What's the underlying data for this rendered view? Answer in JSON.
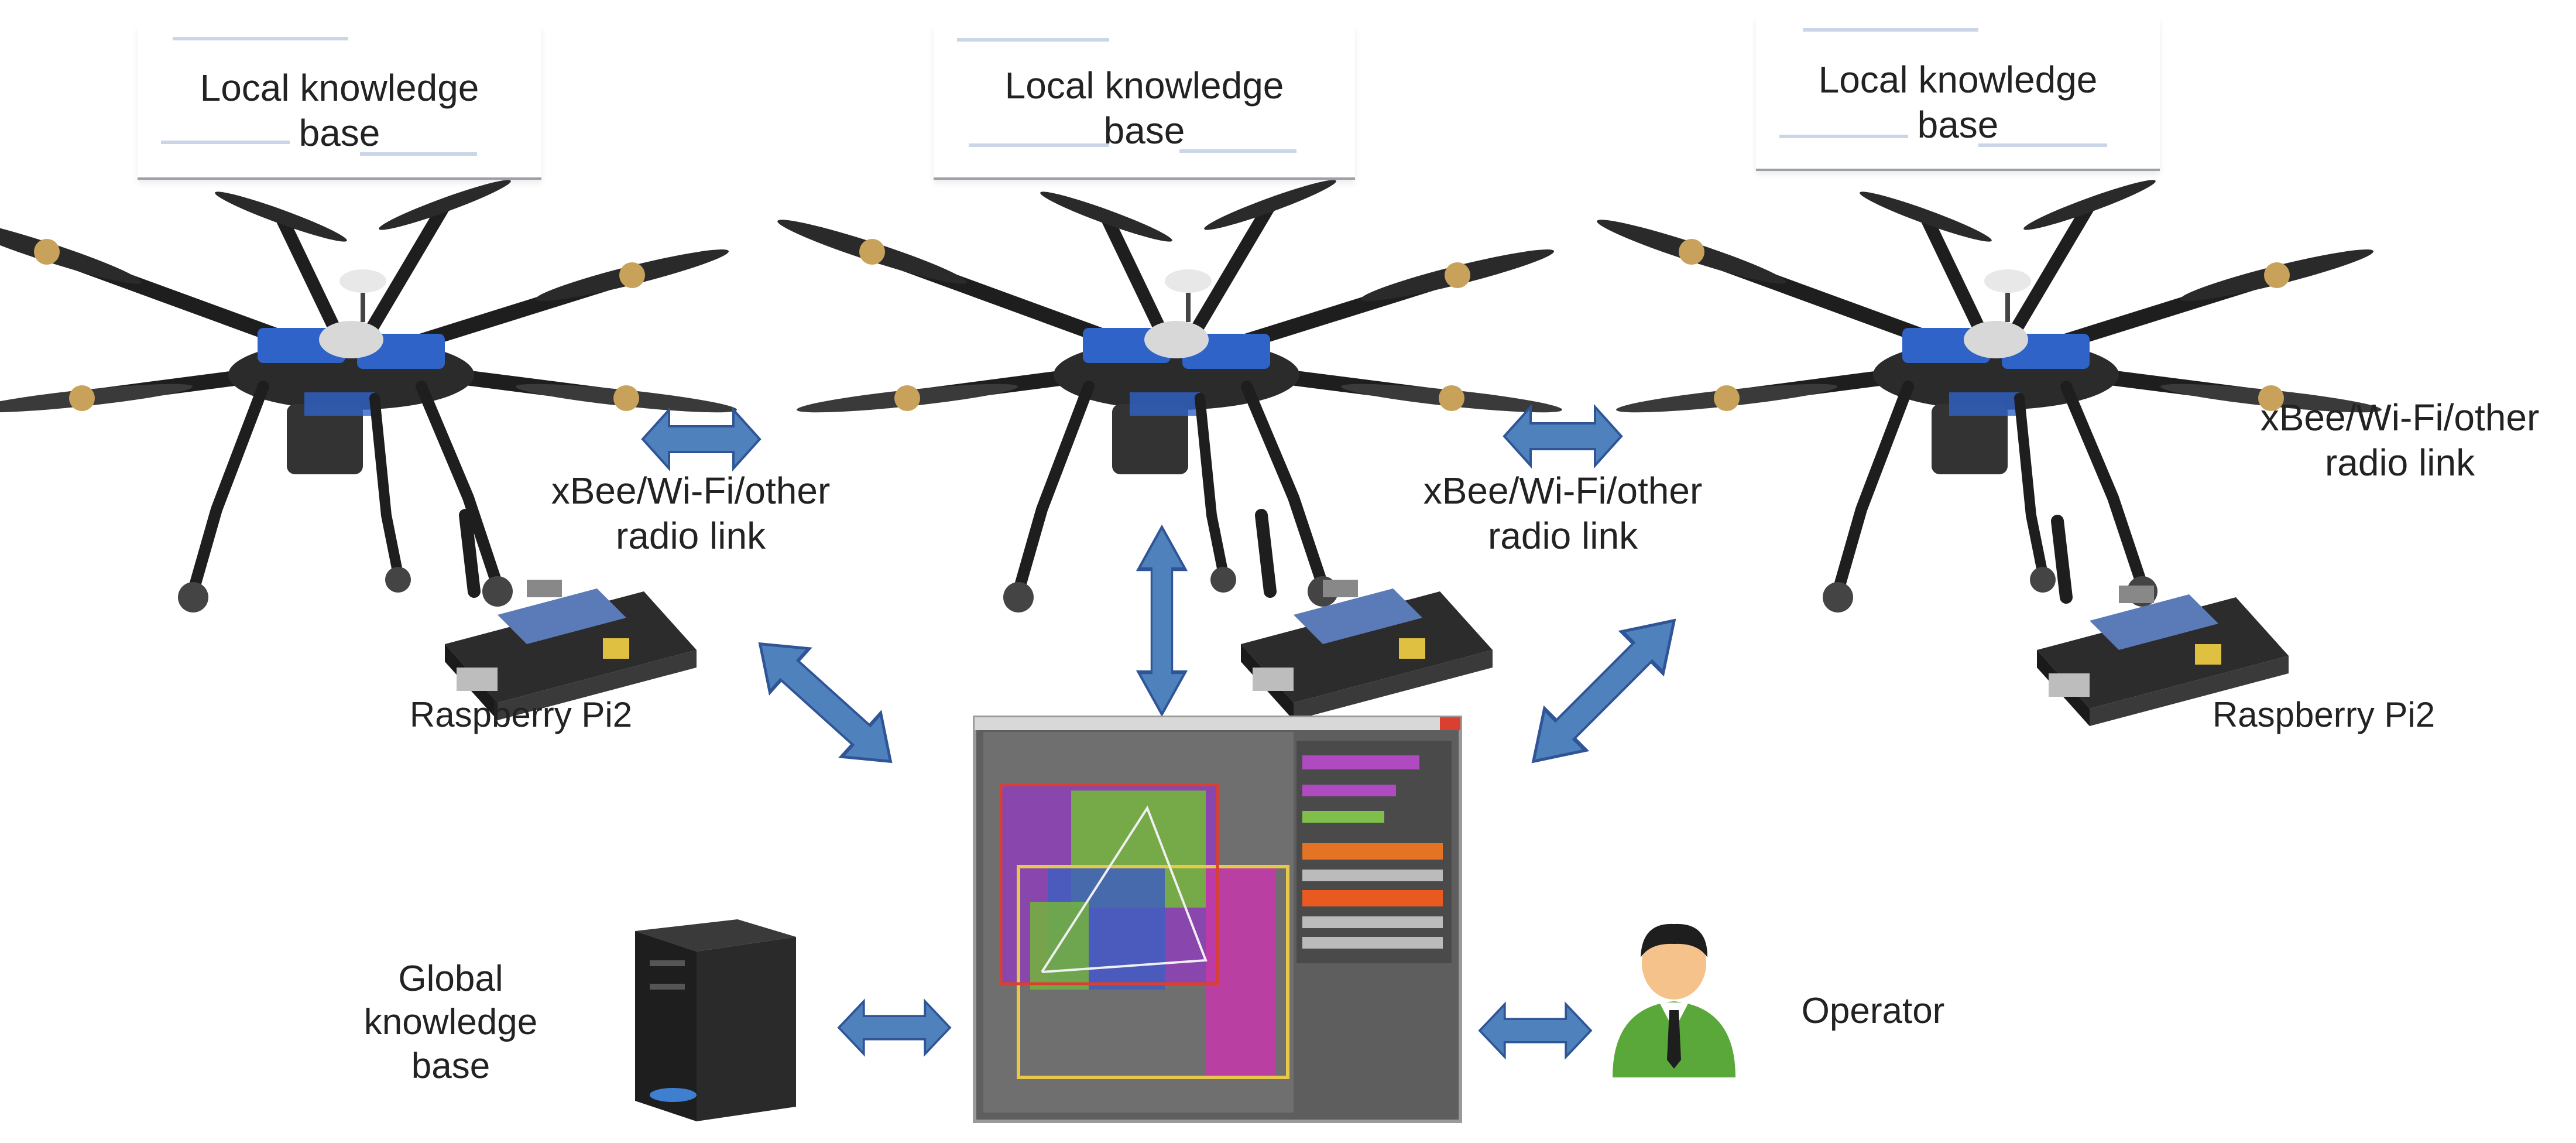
{
  "diagram": {
    "drones": [
      {
        "kb_line1": "Local knowledge",
        "kb_line2": "base"
      },
      {
        "kb_line1": "Local knowledge",
        "kb_line2": "base"
      },
      {
        "kb_line1": "Local knowledge",
        "kb_line2": "base"
      }
    ],
    "links": [
      {
        "line1": "xBee/Wi-Fi/other",
        "line2": "radio link"
      },
      {
        "line1": "xBee/Wi-Fi/other",
        "line2": "radio link"
      },
      {
        "line1": "xBee/Wi-Fi/other",
        "line2": "radio link"
      }
    ],
    "raspberry_left": "Raspberry Pi2",
    "raspberry_right": "Raspberry Pi2",
    "global_kb": {
      "line1": "Global",
      "line2": "knowledge",
      "line3": "base"
    },
    "operator": "Operator",
    "colors": {
      "arrow_fill": "#4f81bd",
      "arrow_stroke": "#2f5597",
      "drone_blue": "#2f63c8",
      "drone_dark": "#1e1e1e",
      "zone_purple": "#8e3fb8",
      "zone_green": "#74b43c",
      "zone_blue": "#3f5fbf",
      "zone_magenta": "#c23aa8",
      "operator_suit": "#5aa83a",
      "operator_face": "#f6c28b"
    },
    "icons": [
      "drone-icon",
      "raspberry-pi-icon",
      "server-tower-icon",
      "operator-person-icon",
      "map-screen-icon",
      "bidirectional-arrow-icon"
    ]
  }
}
